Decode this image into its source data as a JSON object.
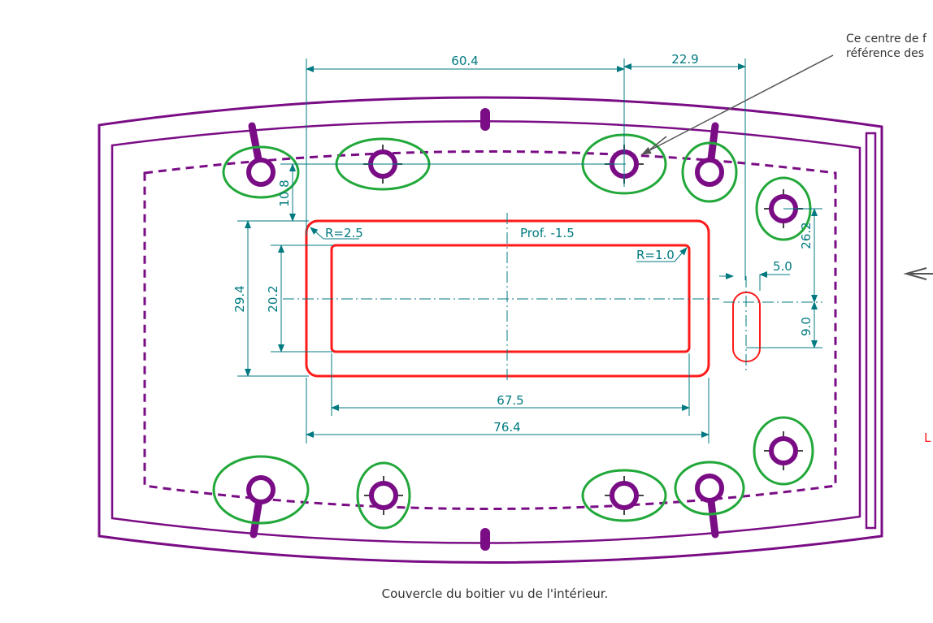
{
  "colors": {
    "outline": "#7a0d85",
    "cutout": "#ff1a1a",
    "highlight": "#22a83a",
    "dimension": "#007a80",
    "text": "#333333"
  },
  "annotation": {
    "line1": "Ce centre de f",
    "line2": "référence des"
  },
  "side_label": "L",
  "dimensions": {
    "width_top_left": "60.4",
    "width_top_right": "22.9",
    "height_hole": "10.8",
    "radius_outer": "R=2.5",
    "depth": "Prof. -1.5",
    "radius_inner": "R=1.0",
    "height_right_top": "26.2",
    "slot_offset": "5.0",
    "height_outer": "29.4",
    "height_inner": "20.2",
    "slot_height": "9.0",
    "width_inner": "67.5",
    "width_outer": "76.4"
  },
  "caption": "Couvercle du boitier vu de l'intérieur."
}
